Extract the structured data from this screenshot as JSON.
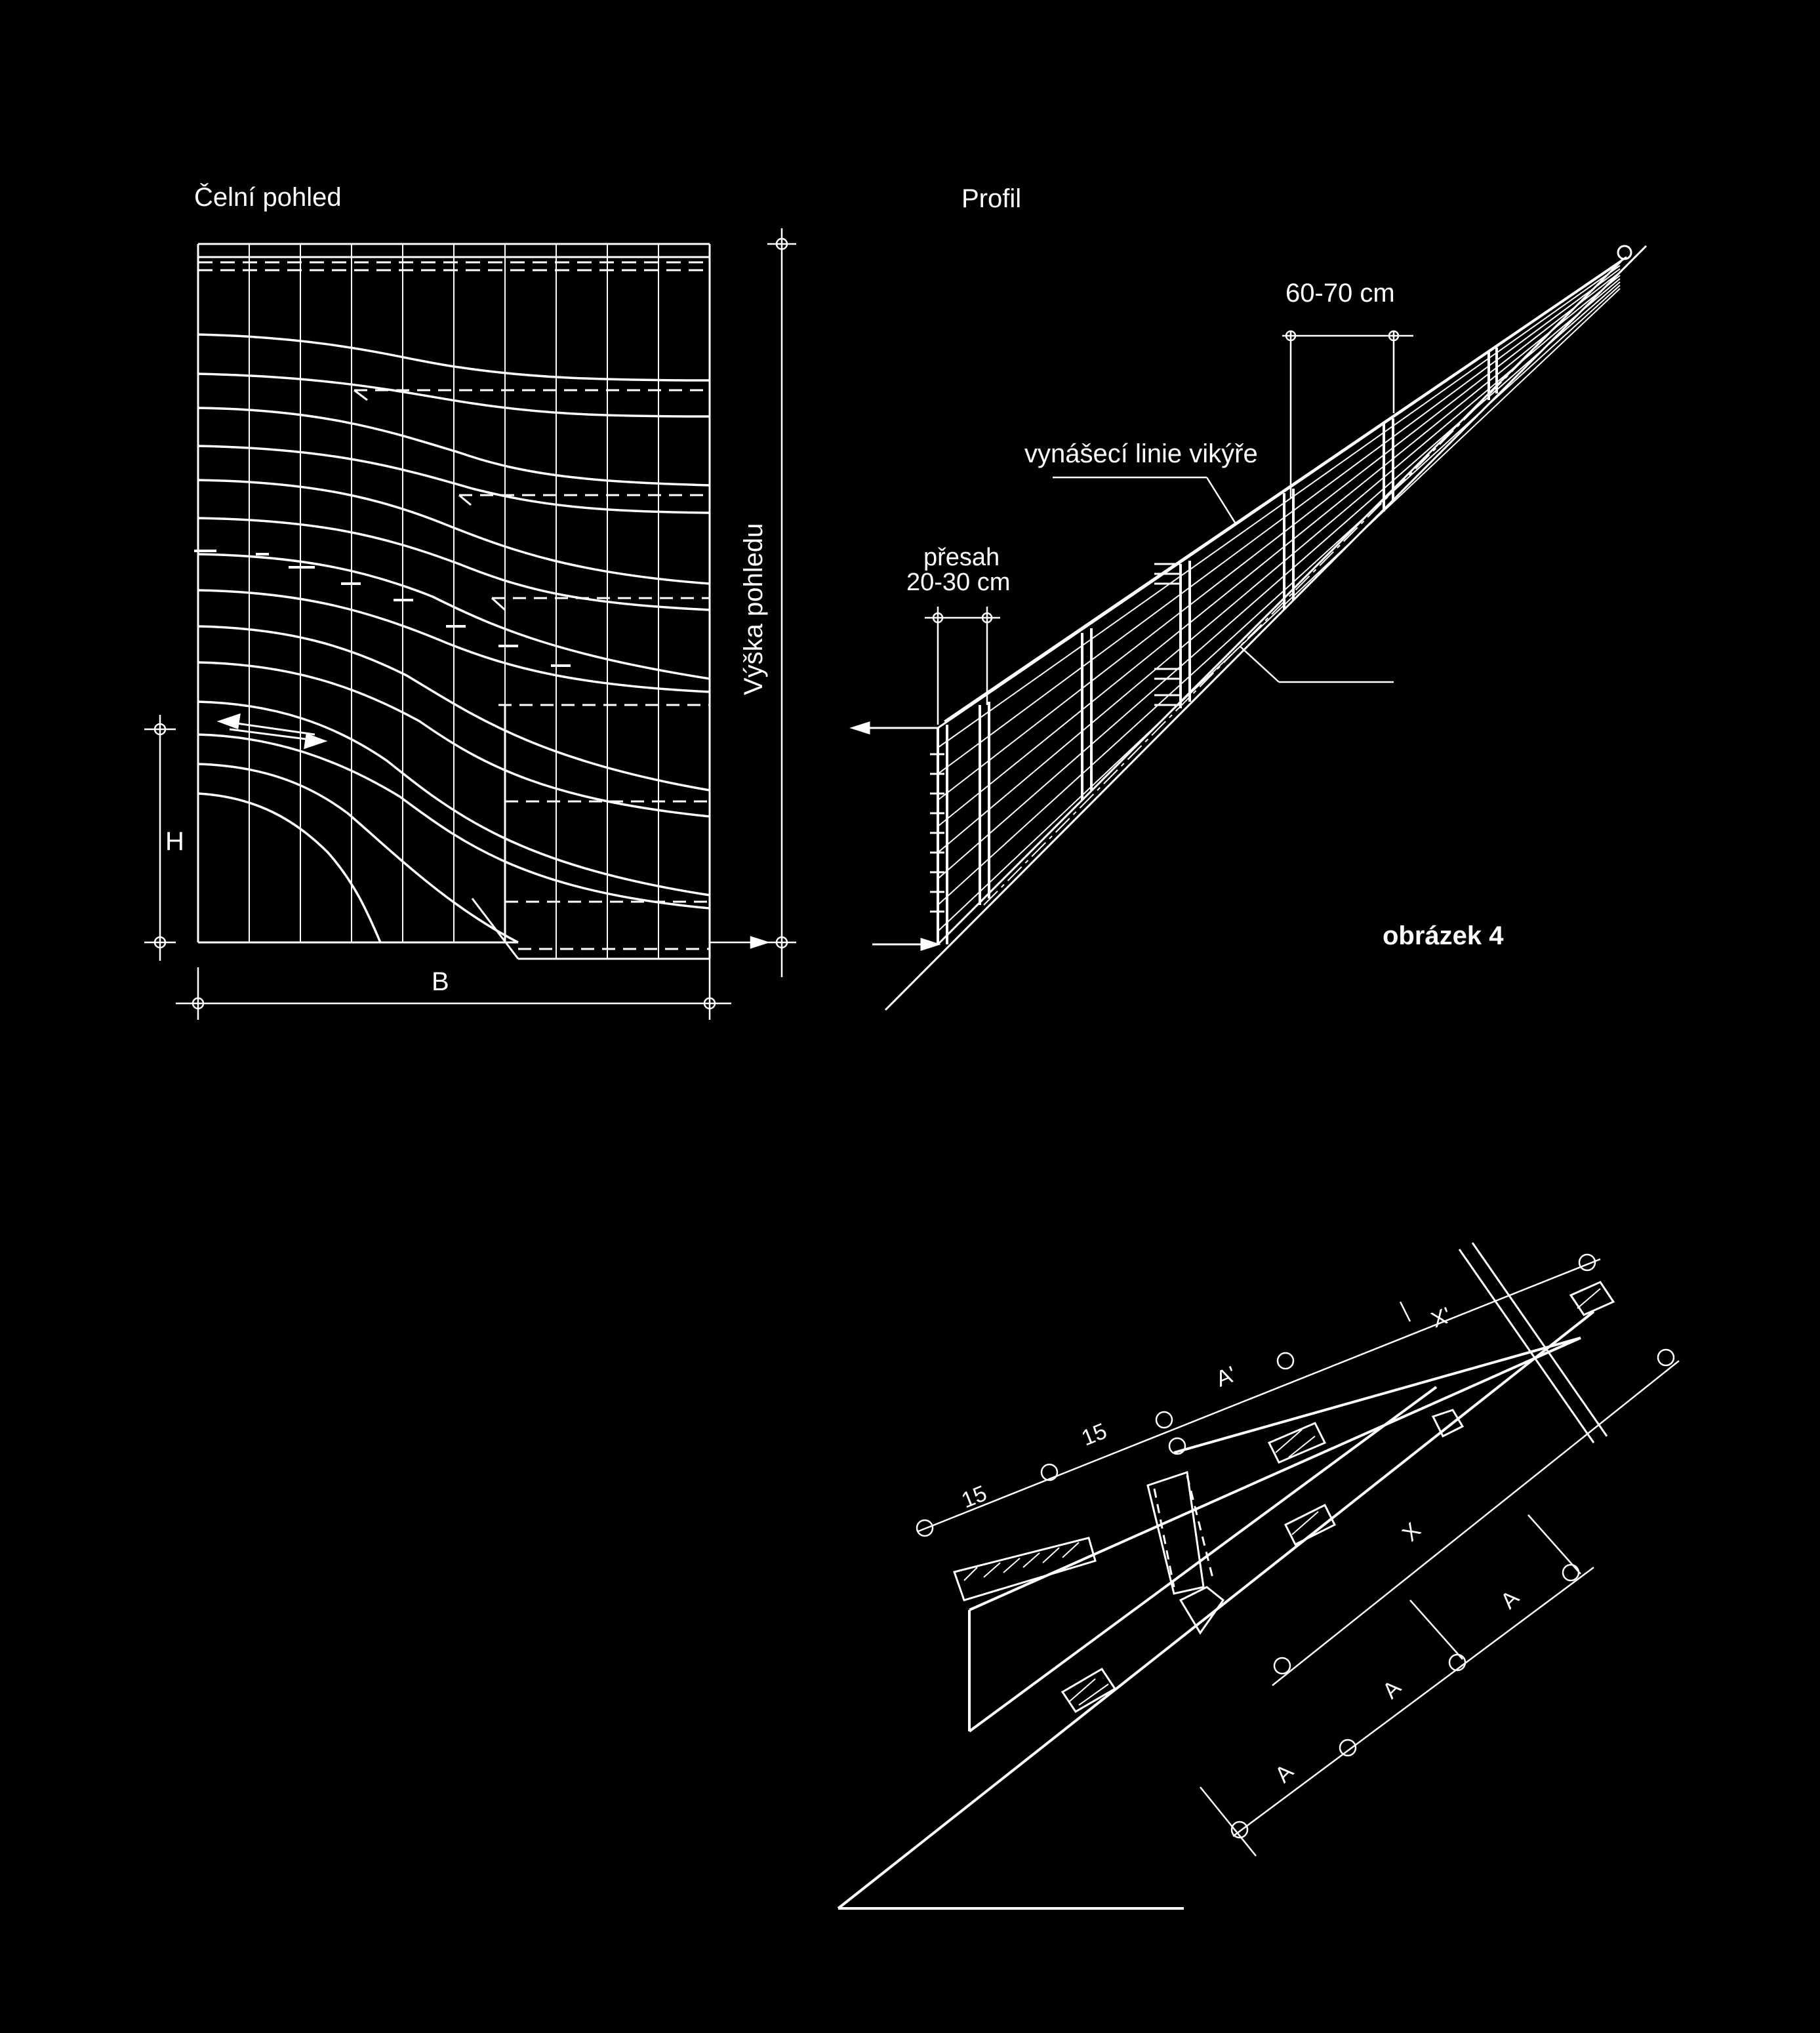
{
  "front_view": {
    "title": "Čelní pohled",
    "height_label": "Výška pohledu",
    "h_label": "H",
    "b_label": "B"
  },
  "profile": {
    "title": "Profil",
    "spacing_label": "60-70 cm",
    "dormer_line_label": "vynášecí linie vikýře",
    "overlap_label_1": "přesah",
    "overlap_label_2": "20-30 cm"
  },
  "figure_label": "obrázek 4",
  "detail": {
    "label_15_a": "15",
    "label_15_b": "15",
    "label_a_prime": "A'",
    "label_x_prime": "X'",
    "label_x": "X",
    "label_a_1": "A",
    "label_a_2": "A",
    "label_a_3": "A"
  },
  "colors": {
    "background": "#000000",
    "line": "#ffffff"
  }
}
